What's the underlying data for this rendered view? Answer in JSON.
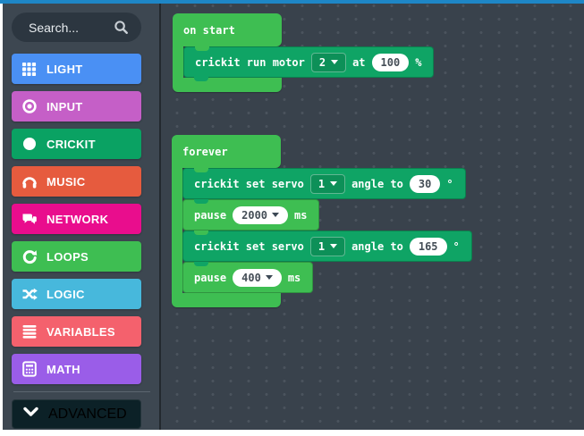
{
  "sidebar": {
    "search_placeholder": "Search...",
    "categories": [
      {
        "label": "LIGHT",
        "color": "#4a90f4",
        "icon": "grid-icon"
      },
      {
        "label": "INPUT",
        "color": "#c55fc7",
        "icon": "circle-dot-icon"
      },
      {
        "label": "CRICKIT",
        "color": "#0aa263",
        "icon": "circle-icon"
      },
      {
        "label": "MUSIC",
        "color": "#e65b3e",
        "icon": "headphones-icon"
      },
      {
        "label": "NETWORK",
        "color": "#e90d8d",
        "icon": "chat-bubbles-icon"
      },
      {
        "label": "LOOPS",
        "color": "#3ebe52",
        "icon": "loop-arrow-icon"
      },
      {
        "label": "LOGIC",
        "color": "#47b8dc",
        "icon": "shuffle-icon"
      },
      {
        "label": "VARIABLES",
        "color": "#f4616d",
        "icon": "list-lines-icon"
      },
      {
        "label": "MATH",
        "color": "#9a5de8",
        "icon": "calculator-icon"
      }
    ],
    "advanced_label": "ADVANCED"
  },
  "workspace": {
    "on_start": {
      "label": "on start"
    },
    "run_motor": {
      "t1": "crickit run motor",
      "motor": "2",
      "t2": "at",
      "value": "100",
      "t3": "%"
    },
    "forever": {
      "label": "forever"
    },
    "servo_a": {
      "t1": "crickit set servo",
      "servo": "1",
      "t2": "angle to",
      "value": "30",
      "t3": "°"
    },
    "pause_a": {
      "t1": "pause",
      "value": "2000",
      "t2": "ms"
    },
    "servo_b": {
      "t1": "crickit set servo",
      "servo": "1",
      "t2": "angle to",
      "value": "165",
      "t3": "°"
    },
    "pause_b": {
      "t1": "pause",
      "value": "400",
      "t2": "ms"
    }
  },
  "colors": {
    "topbar": "#1e86c6",
    "sidebar_bg": "#3d4751",
    "canvas_bg": "#39424c",
    "block_green": "#3ebe52",
    "block_teal": "#0fa465"
  }
}
